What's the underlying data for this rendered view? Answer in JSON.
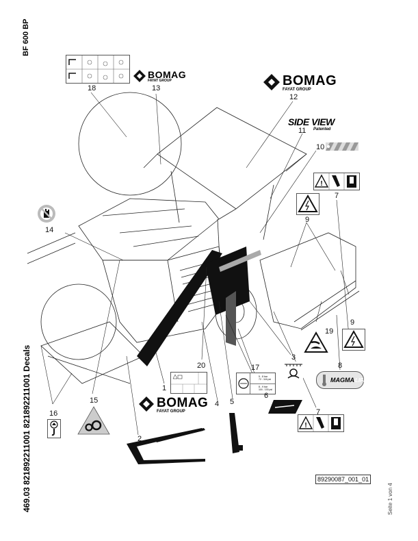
{
  "document": {
    "model_label": "BF 600 BP",
    "side_caption": "469.03 821892211001 821892211001 Decals",
    "reference_number": "89290087_001_01",
    "page_info": "Seite 1 von 4"
  },
  "headings": {
    "side_view": "SIDE VIEW",
    "patented": "Patented"
  },
  "brand": {
    "name": "BOMAG",
    "group": "FAYAT GROUP"
  },
  "callouts": {
    "n1": "1",
    "n2": "2",
    "n3": "3",
    "n4": "4",
    "n5": "5",
    "n6": "6",
    "n7a": "7",
    "n7b": "7",
    "n8": "8",
    "n9a": "9",
    "n9b": "9",
    "n10": "10",
    "n11": "11",
    "n12": "12",
    "n13": "13",
    "n14": "14",
    "n15": "15",
    "n16": "16",
    "n17": "17",
    "n18": "18",
    "n19": "19",
    "n20": "20"
  },
  "decals": {
    "magma": {
      "word1": "MAGMA",
      "word2": "LIFE"
    },
    "pressure": {
      "row1a": "5 - 8 bar",
      "row1b": "72 - 116 psi",
      "row2a": "8 - 9 bar",
      "row2b": "116 - 130 psi"
    }
  },
  "colors": {
    "ink": "#000000",
    "grey_decal": "#bdbdbd",
    "stripe_grey": "#a8a8a8",
    "magma_bg": "#e6e6e6"
  }
}
